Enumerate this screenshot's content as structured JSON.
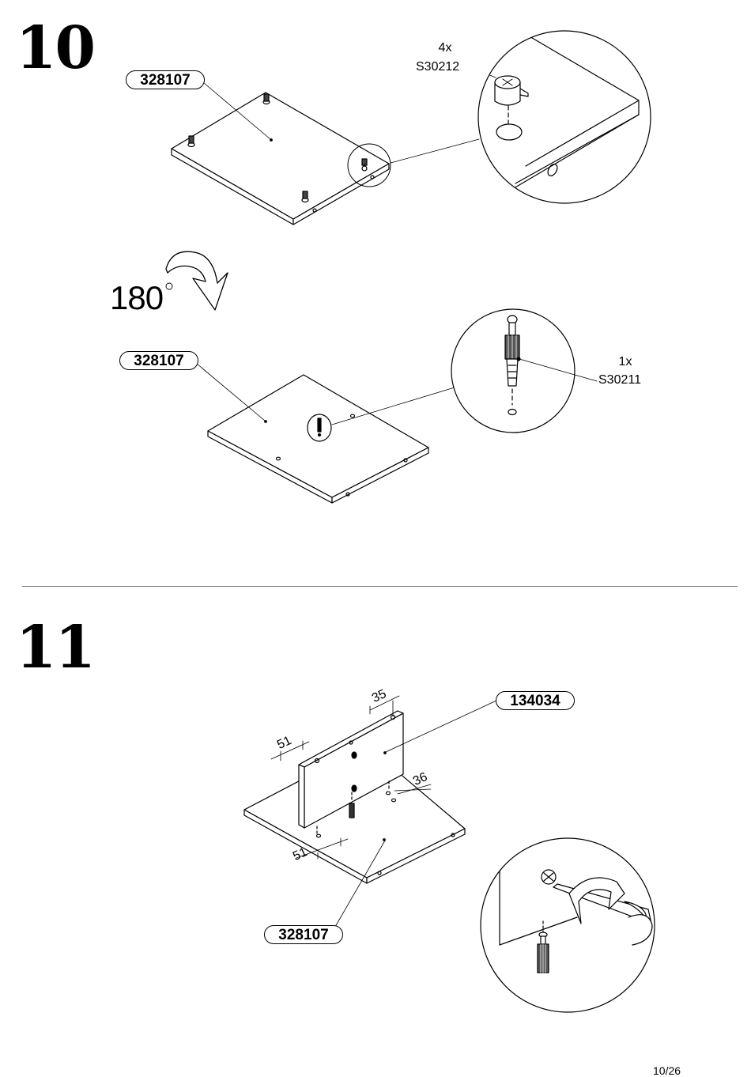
{
  "steps": [
    {
      "number": "10",
      "part_labels": [
        "328107",
        "328107"
      ],
      "hardware": [
        {
          "qty": "4x",
          "code": "S30212"
        },
        {
          "qty": "1x",
          "code": "S30211"
        }
      ],
      "rotation": {
        "value": "180",
        "unit": "°"
      }
    },
    {
      "number": "11",
      "part_labels": [
        "134034",
        "328107"
      ],
      "dimensions": [
        "35",
        "51",
        "36",
        "51"
      ]
    }
  ],
  "footer": {
    "page": "10/26"
  }
}
